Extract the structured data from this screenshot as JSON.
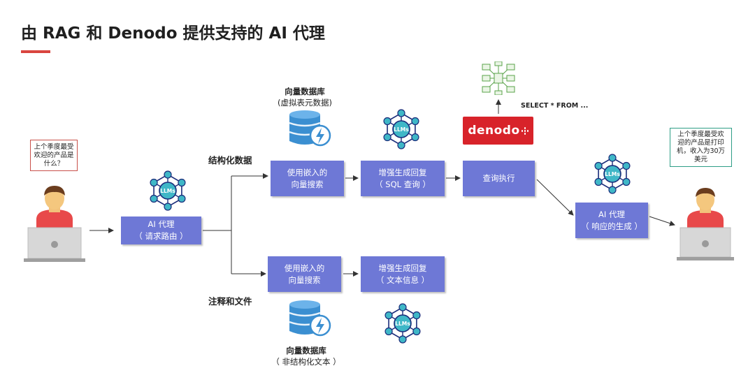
{
  "title": "由 RAG 和 Denodo 提供支持的 AI 代理",
  "colors": {
    "accent": "#d9453f",
    "box": "#6e78d6",
    "llm_teal": "#3fb7c7",
    "db_blue": "#3b8fd1",
    "denodo_red": "#d8232a"
  },
  "user_question": [
    "上个季度最受",
    "欢迎的产品是",
    "什么？"
  ],
  "answer": [
    "上个季度最受欢",
    "迎的产品是打印",
    "机，收入为30万",
    "美元"
  ],
  "agent_routing": [
    "AI 代理",
    "（ 请求路由 ）"
  ],
  "branch_structured": "结构化数据",
  "branch_unstructured": "注释和文件",
  "vector_db_top": {
    "title": "向量数据库",
    "sub": "(虚拟表元数据)"
  },
  "vector_db_bottom": {
    "title": "向量数据库",
    "sub": "（ 非结构化文本 ）"
  },
  "search_top": [
    "使用嵌入的",
    "向量搜索"
  ],
  "search_bottom": [
    "使用嵌入的",
    "向量搜索"
  ],
  "augment_sql": [
    "增强生成回复",
    "（ SQL 查询 ）"
  ],
  "augment_text": [
    "增强生成回复",
    "（ 文本信息 ）"
  ],
  "query_exec": "查询执行",
  "agent_response": [
    "AI 代理",
    "（ 响应的生成 ）"
  ],
  "denodo_logo": "denodo",
  "sql_text": "SELECT * FROM ...",
  "llm_label": "LLMs",
  "icons": [
    "user-icon",
    "laptop-icon",
    "llm-network-icon",
    "database-icon",
    "lightning-icon",
    "table-grid-icon",
    "arrow-icon"
  ]
}
